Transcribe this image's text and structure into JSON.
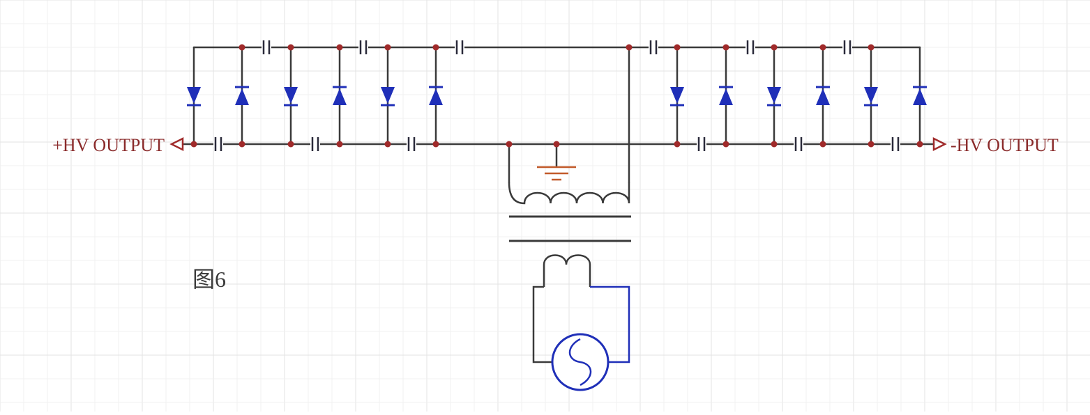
{
  "labels": {
    "pos_output": "+HV OUTPUT",
    "neg_output": "-HV OUTPUT",
    "figure": "图6"
  },
  "colors": {
    "wire": "#3a3a3a",
    "node": "#a02a2a",
    "diode": "#1f2fb8",
    "capacitor": "#2a2a3a",
    "ground": "#c25a2a",
    "label_text": "#8a2b2b",
    "figure_text": "#3a3a3a",
    "grid_major": "#e3e3e3",
    "grid_minor": "#f0f0f0",
    "source": "#1f2fb8"
  },
  "icons": {
    "diode": "diode-symbol",
    "capacitor": "capacitor-symbol",
    "ground": "ground-symbol",
    "transformer": "transformer-symbol",
    "ac_source": "ac-source-symbol",
    "output_terminal": "output-terminal-arrow"
  }
}
